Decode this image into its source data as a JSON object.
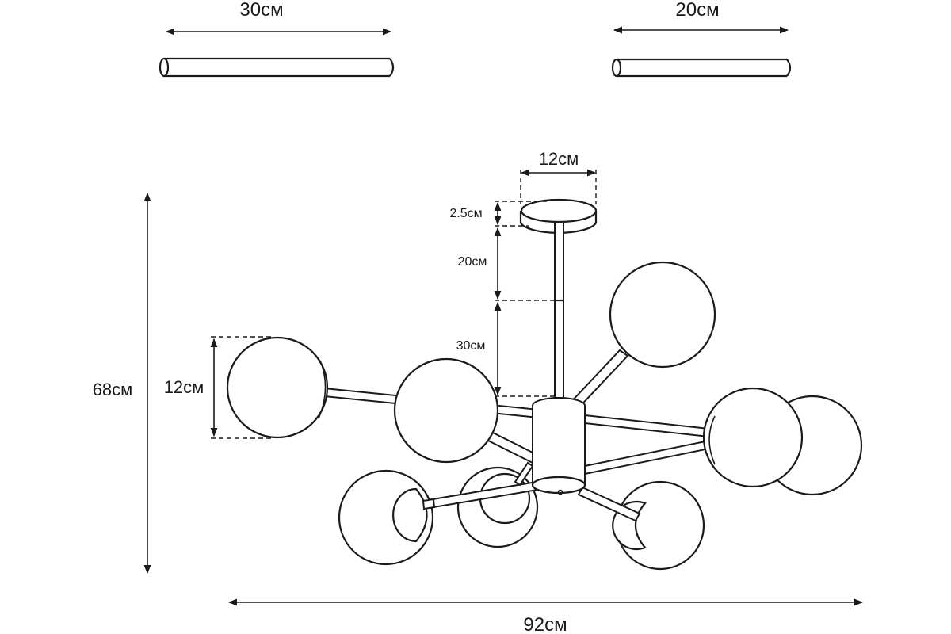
{
  "rod_long": {
    "label": "30см"
  },
  "rod_short": {
    "label": "20см"
  },
  "canopy": {
    "width_label": "12см",
    "height_label": "2.5см"
  },
  "stem": {
    "upper_label": "20см",
    "lower_label": "30см"
  },
  "globe": {
    "diameter_label": "12см"
  },
  "overall": {
    "height_label": "68см",
    "width_label": "92см"
  }
}
